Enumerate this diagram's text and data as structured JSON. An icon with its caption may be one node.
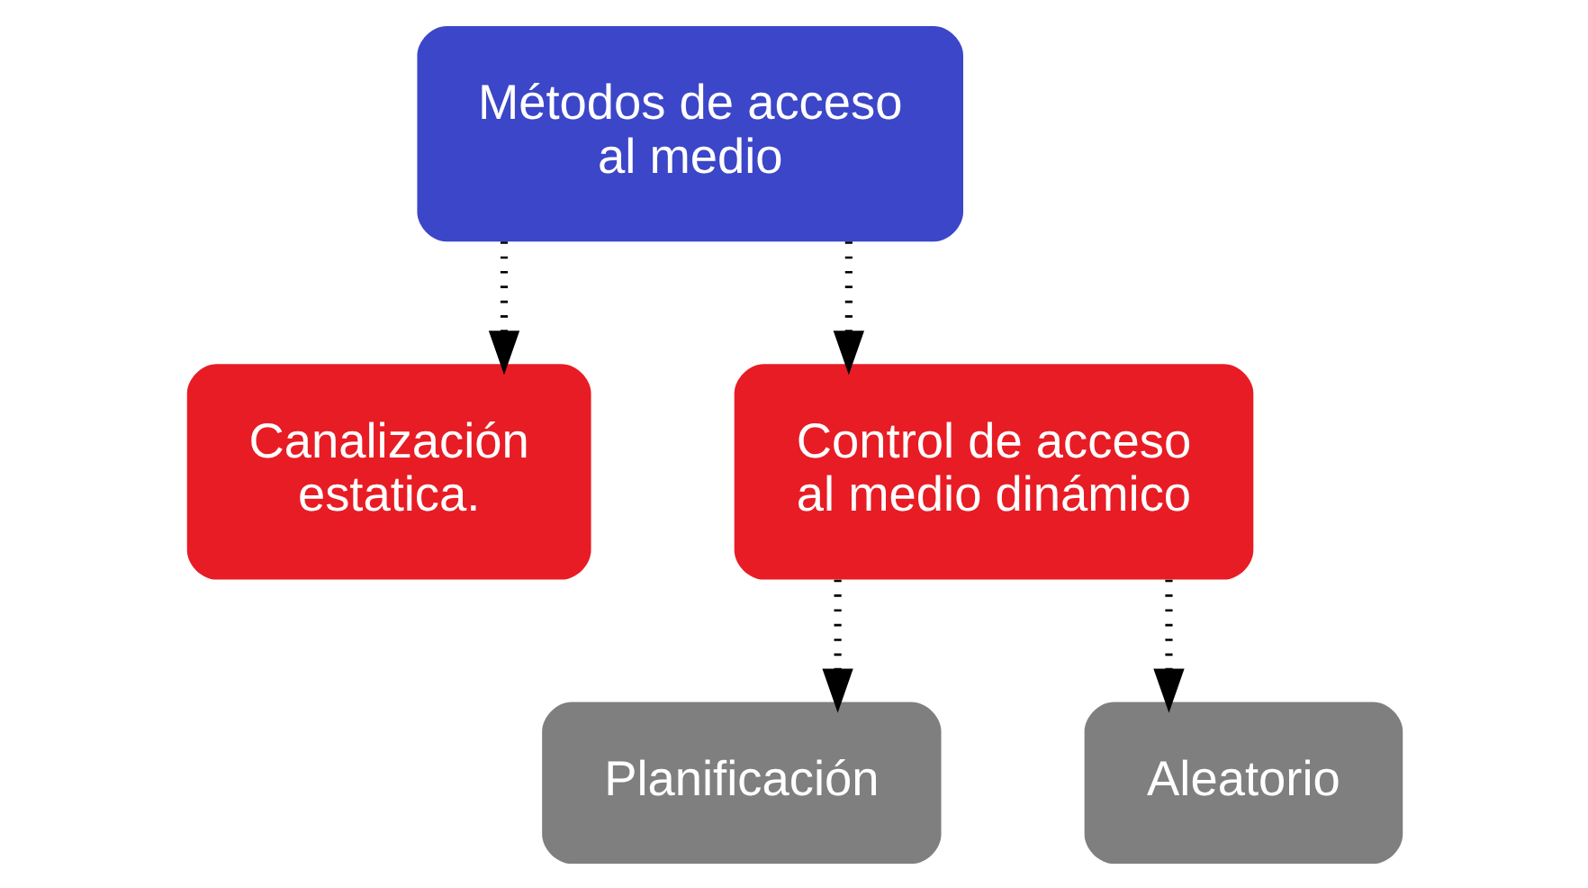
{
  "diagram": {
    "nodes": [
      {
        "text": [
          "Métodos de acceso al medio"
        ]
      },
      {
        "text": [
          "Canalización estatica."
        ]
      },
      {
        "text": [
          "Control de acceso al medio dinámico"
        ]
      },
      {
        "text": [
          "Planificación"
        ]
      },
      {
        "text": [
          "Aleatorio"
        ]
      }
    ],
    "edges": [
      {
        "from": 0,
        "to": 1,
        "arrow": "to"
      },
      {
        "from": 0,
        "to": 2,
        "arrow": "to"
      },
      {
        "from": 2,
        "to": 3,
        "arrow": "to"
      },
      {
        "from": 2,
        "to": 4,
        "arrow": "to"
      }
    ]
  }
}
